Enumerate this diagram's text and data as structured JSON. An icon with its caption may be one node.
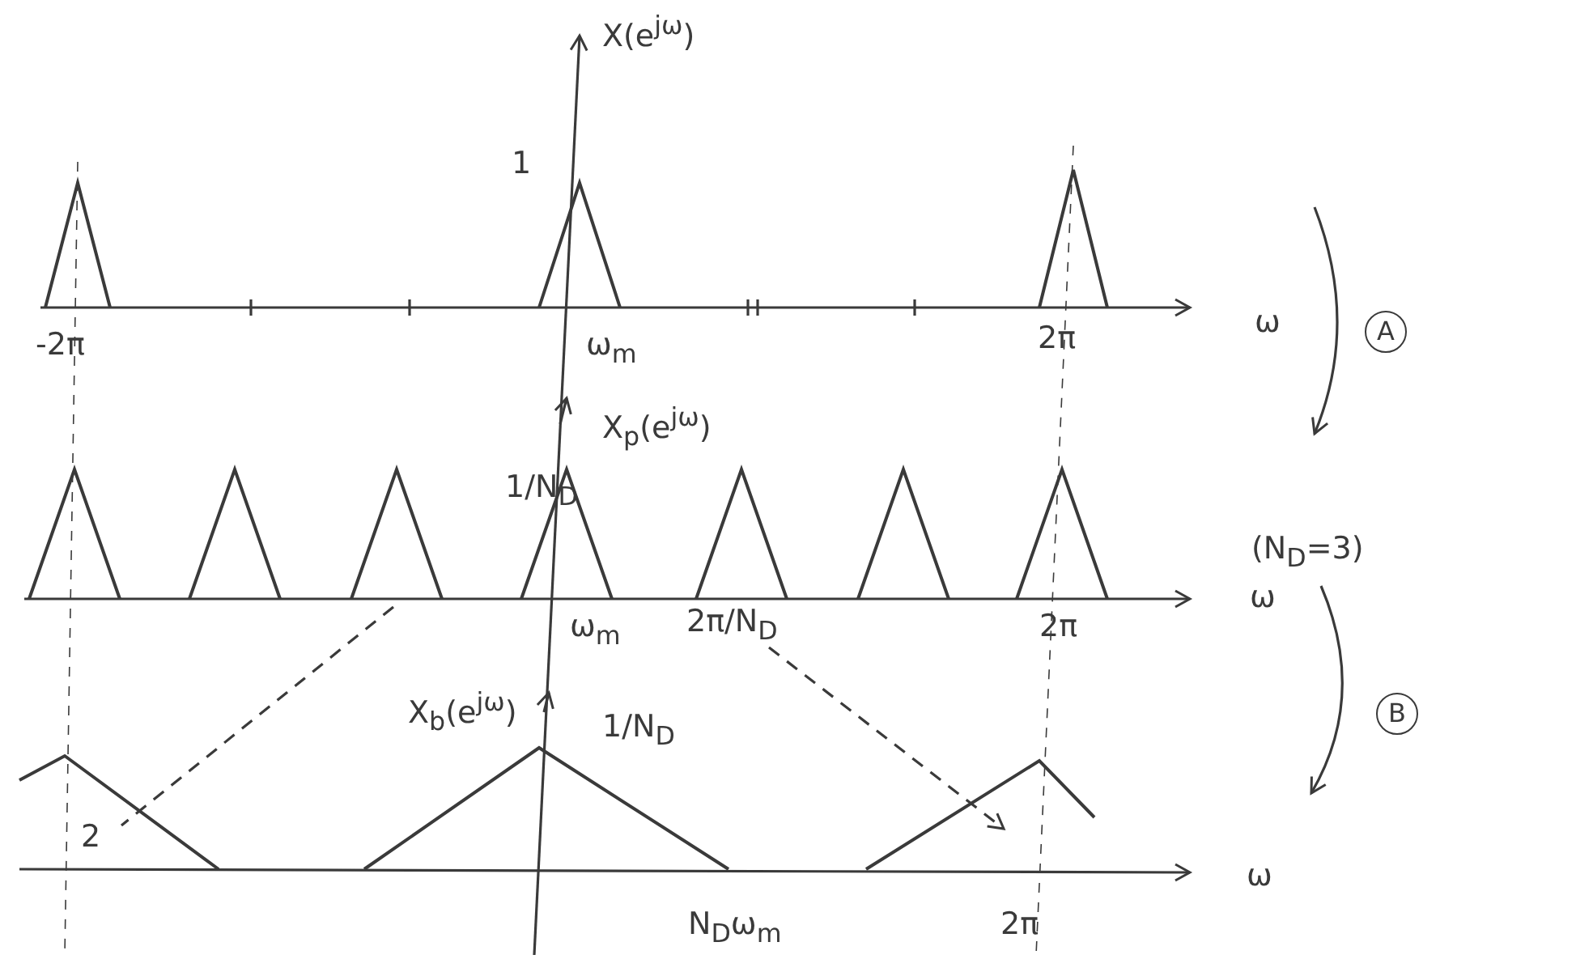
{
  "diagram": {
    "labels": [
      "X(e$^{jω}$)",
      "1",
      "-2π",
      "ω$_{m}$",
      "2π",
      "ω",
      "A",
      "X$_{p}$(e$^{jω}$)",
      "1/N$_{D}$",
      "(N$_{D}$=3)",
      "ω",
      "ω$_{m}$",
      "2π/N$_{D}$",
      "2π",
      "B",
      "X$_{b}$(e$^{jω}$)",
      "1/N$_{D}$",
      "2",
      "ω",
      "N$_{D}$ω$_{m}$",
      "2π"
    ]
  }
}
